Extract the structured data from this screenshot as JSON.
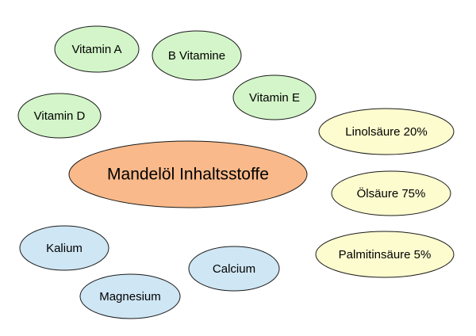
{
  "diagram": {
    "center": {
      "label": "Mandelöl  Inhaltsstoffe",
      "fill": "#f9b98a"
    },
    "vitamins": {
      "fill": "#d3f5c9",
      "items": [
        "Vitamin A",
        "B Vitamine",
        "Vitamin E",
        "Vitamin D"
      ]
    },
    "fatty_acids": {
      "fill": "#fdfccf",
      "items": [
        "Linolsäure 20%",
        "Ölsäure 75%",
        "Palmitinsäure 5%"
      ]
    },
    "minerals": {
      "fill": "#cfe6f4",
      "items": [
        "Kalium",
        "Magnesium",
        "Calcium"
      ]
    },
    "stroke": "#1a1a1a"
  }
}
